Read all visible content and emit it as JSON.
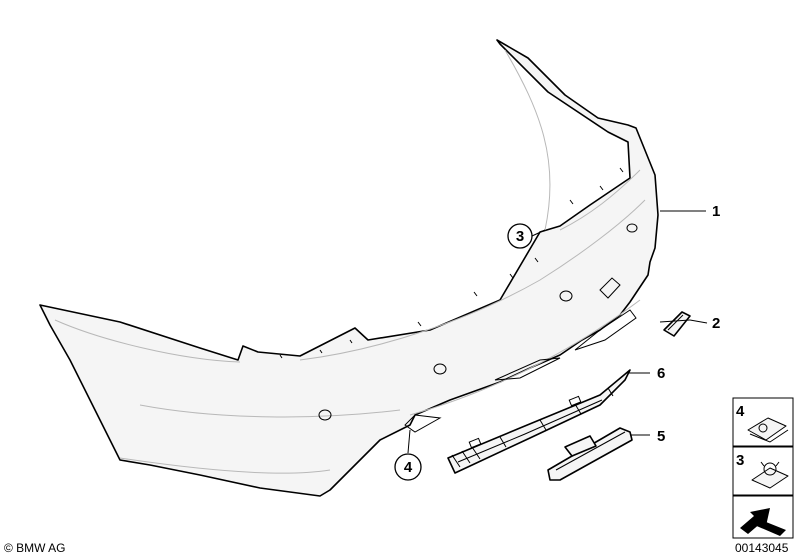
{
  "diagram": {
    "callouts": [
      {
        "id": "1",
        "label": "1"
      },
      {
        "id": "2",
        "label": "2"
      },
      {
        "id": "3",
        "label": "3"
      },
      {
        "id": "4",
        "label": "4"
      },
      {
        "id": "5",
        "label": "5"
      },
      {
        "id": "6",
        "label": "6"
      }
    ],
    "circle_callouts": [
      {
        "id": "3",
        "label": "3"
      },
      {
        "id": "4",
        "label": "4"
      }
    ],
    "inset_legend": [
      {
        "label": "4"
      },
      {
        "label": "3"
      }
    ],
    "copyright": "© BMW AG",
    "drawing_number": "00143045"
  }
}
